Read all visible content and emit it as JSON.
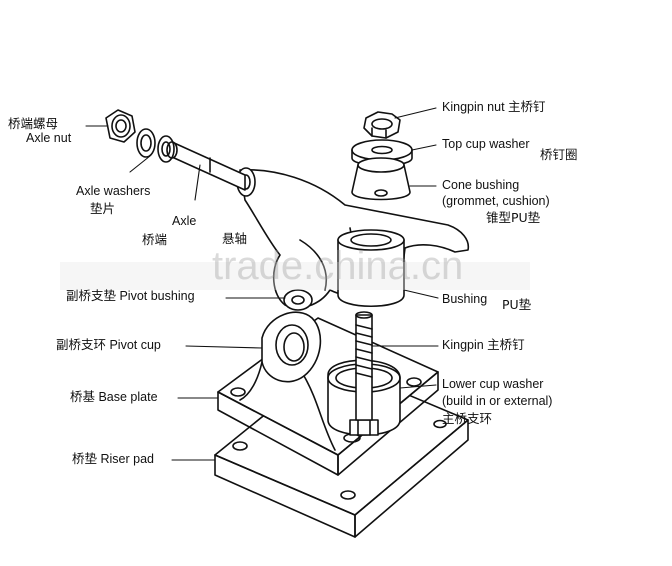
{
  "labels": {
    "axle_nut_cn": "桥端螺母",
    "axle_nut": "Axle nut",
    "axle_washers": "Axle washers",
    "axle_washers_cn": "垫片",
    "axle": "Axle",
    "axle_cn": "桥端",
    "hanger_cn": "悬轴",
    "pivot_bushing": "副桥支垫 Pivot bushing",
    "pivot_cup": "副桥支环 Pivot cup",
    "base_plate": "桥基 Base plate",
    "riser_pad": "桥垫 Riser pad",
    "kingpin_nut": "Kingpin nut 主桥钉",
    "top_cup_washer": "Top cup washer",
    "top_cup_washer_cn": "桥钉圈",
    "cone_bushing": "Cone bushing",
    "cone_bushing_sub": "(grommet, cushion)",
    "cone_bushing_cn": "锥型PU垫",
    "bushing": "Bushing",
    "bushing_cn": "PU垫",
    "kingpin": "Kingpin 主桥钉",
    "lower_cup_washer": "Lower cup washer",
    "lower_cup_washer_sub": "(build in or external)",
    "lower_cup_washer_cn": "主桥支环"
  },
  "watermark": "trade.china.cn",
  "colors": {
    "ink": "#111111",
    "watermark": "#9a9a9a"
  }
}
